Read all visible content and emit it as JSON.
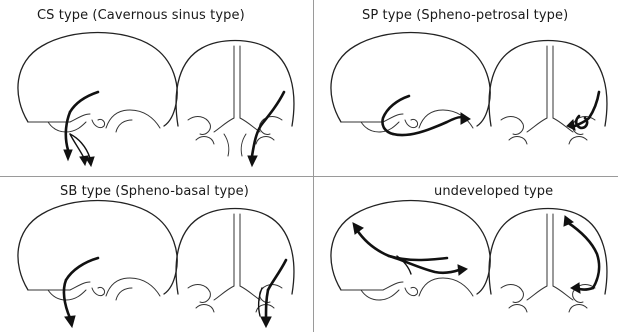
{
  "panels": [
    {
      "id": "cs",
      "title": "CS type (Cavernous sinus type)"
    },
    {
      "id": "sp",
      "title": "SP type (Spheno-petrosal type)"
    },
    {
      "id": "sb",
      "title": "SB type (Spheno-basal type)"
    },
    {
      "id": "undeveloped",
      "title": "undeveloped type"
    }
  ],
  "colors": {
    "ink": "#111111",
    "divider": "#9a9a9a",
    "background": "#ffffff"
  }
}
